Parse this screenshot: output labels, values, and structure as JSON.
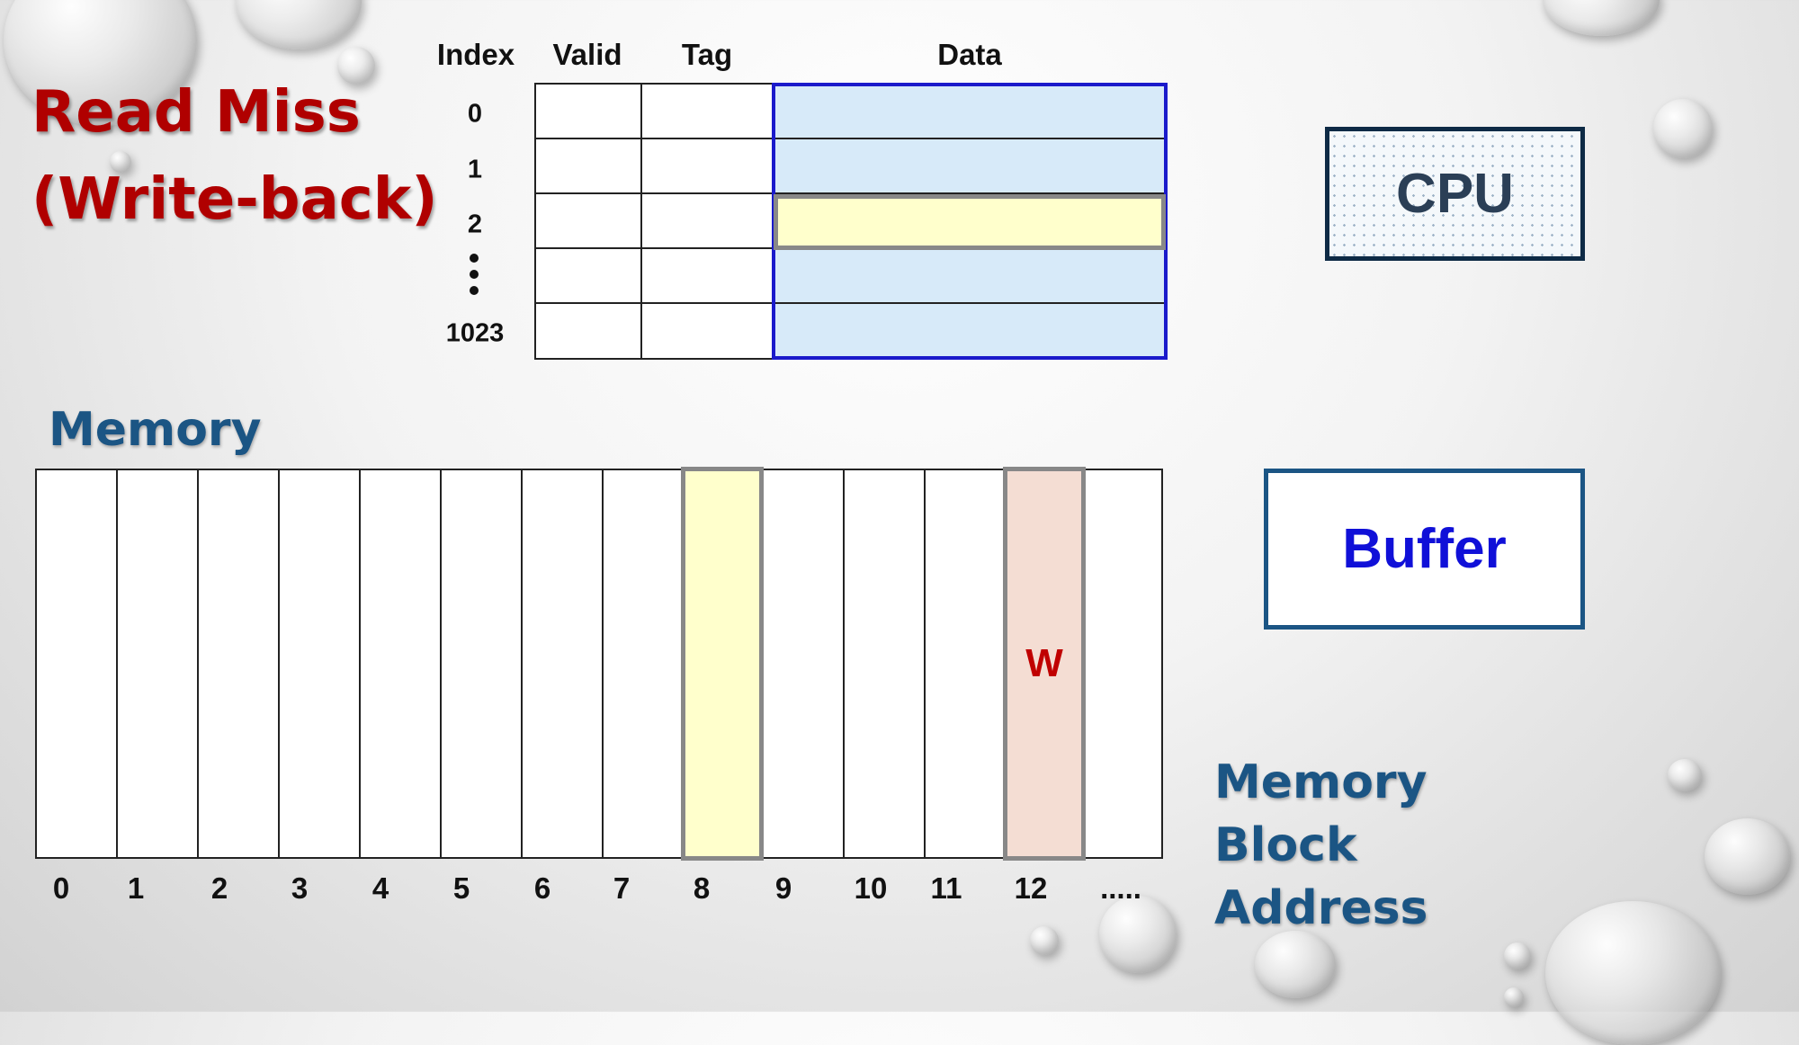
{
  "title": {
    "line1": "Read Miss",
    "line2": "(Write-back)"
  },
  "cache": {
    "headers": {
      "index": "Index",
      "valid": "Valid",
      "tag": "Tag",
      "data": "Data"
    },
    "rows": [
      "0",
      "1",
      "2",
      "1023"
    ],
    "highlighted_row": "2"
  },
  "memory": {
    "label": "Memory",
    "addresses": [
      "0",
      "1",
      "2",
      "3",
      "4",
      "5",
      "6",
      "7",
      "8",
      "9",
      "10",
      "11",
      "12",
      "....."
    ],
    "highlighted_block": "8",
    "written_block": "12",
    "written_mark": "W"
  },
  "cpu": {
    "label": "CPU"
  },
  "buffer": {
    "label": "Buffer"
  },
  "block_address_label": {
    "line1": "Memory",
    "line2": "Block",
    "line3": "Address"
  },
  "colors": {
    "title_red": "#b00000",
    "memory_blue": "#1b5584",
    "cache_data_fill": "#d7eaf9",
    "highlight_yellow": "#ffffcc",
    "dirty_pink": "#f4ddd3",
    "buffer_blue": "#1010d8"
  }
}
